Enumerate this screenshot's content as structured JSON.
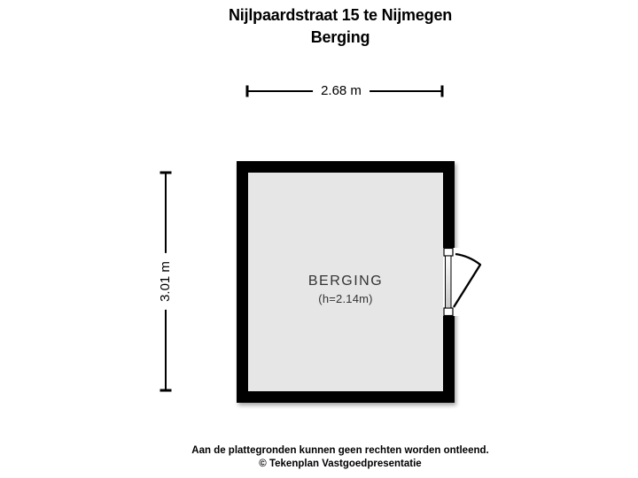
{
  "header": {
    "address": "Nijlpaardstraat 15 te Nijmegen",
    "room_name": "Berging"
  },
  "dimensions": {
    "width": "2.68 m",
    "height": "3.01 m"
  },
  "room": {
    "label": "BERGING",
    "ceiling_height": "(h=2.14m)"
  },
  "door": {
    "wall": "right",
    "swing": "outward-single-door"
  },
  "footer": {
    "disclaimer": "Aan de plattegronden kunnen geen rechten worden ontleend.",
    "copyright": "© Tekenplan Vastgoedpresentatie"
  },
  "colors": {
    "background": "#ffffff",
    "wall": "#000000",
    "floor": "#e6e6e6",
    "dimension_line": "#000000",
    "room_label_text": "#333333"
  }
}
